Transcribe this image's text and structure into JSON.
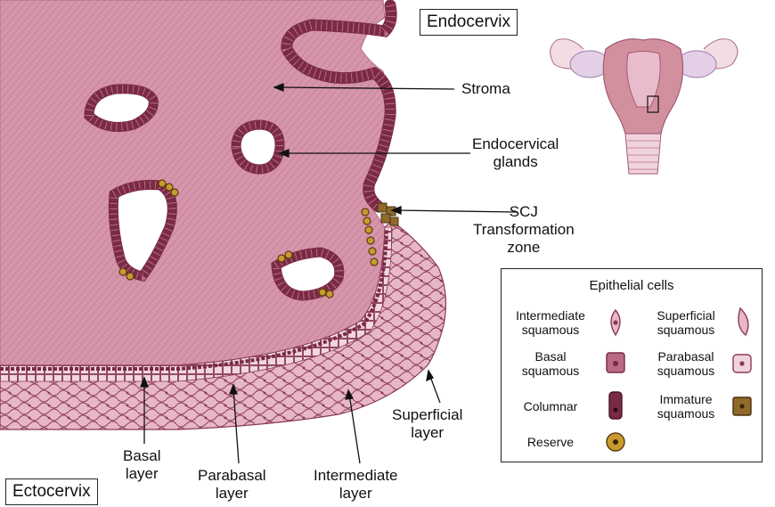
{
  "labels": {
    "endocervix": "Endocervix",
    "ectocervix": "Ectocervix",
    "stroma": "Stroma",
    "endocervical_glands": [
      "Endocervical",
      "glands"
    ],
    "scj": [
      "SCJ",
      "Transformation",
      "zone"
    ],
    "superficial_layer": [
      "Superficial",
      "layer"
    ],
    "basal_layer": [
      "Basal",
      "layer"
    ],
    "parabasal_layer": [
      "Parabasal",
      "layer"
    ],
    "intermediate_layer": [
      "Intermediate",
      "layer"
    ]
  },
  "legend": {
    "title": "Epithelial cells",
    "items": [
      {
        "lines": [
          "Intermediate",
          "squamous"
        ],
        "icon": "intermediate-squamous-cell-icon"
      },
      {
        "lines": [
          "Superficial",
          "squamous"
        ],
        "icon": "superficial-squamous-cell-icon"
      },
      {
        "lines": [
          "Basal",
          "squamous"
        ],
        "icon": "basal-squamous-cell-icon"
      },
      {
        "lines": [
          "Parabasal",
          "squamous"
        ],
        "icon": "parabasal-squamous-cell-icon"
      },
      {
        "lines": [
          "Columnar"
        ],
        "icon": "columnar-cell-icon"
      },
      {
        "lines": [
          "Immature",
          "squamous"
        ],
        "icon": "immature-squamous-cell-icon"
      },
      {
        "lines": [
          "Reserve"
        ],
        "icon": "reserve-cell-icon"
      }
    ]
  },
  "colors": {
    "stroma": "#cf8ea3",
    "columnar": "#7a2a44",
    "squamous": "#e8b8c6",
    "squamous_outline": "#8a3a55",
    "reserve": "#c99a2e",
    "immature": "#8f6a2a",
    "uterus": "#d2909f",
    "ovary": "#e3cfe6"
  }
}
